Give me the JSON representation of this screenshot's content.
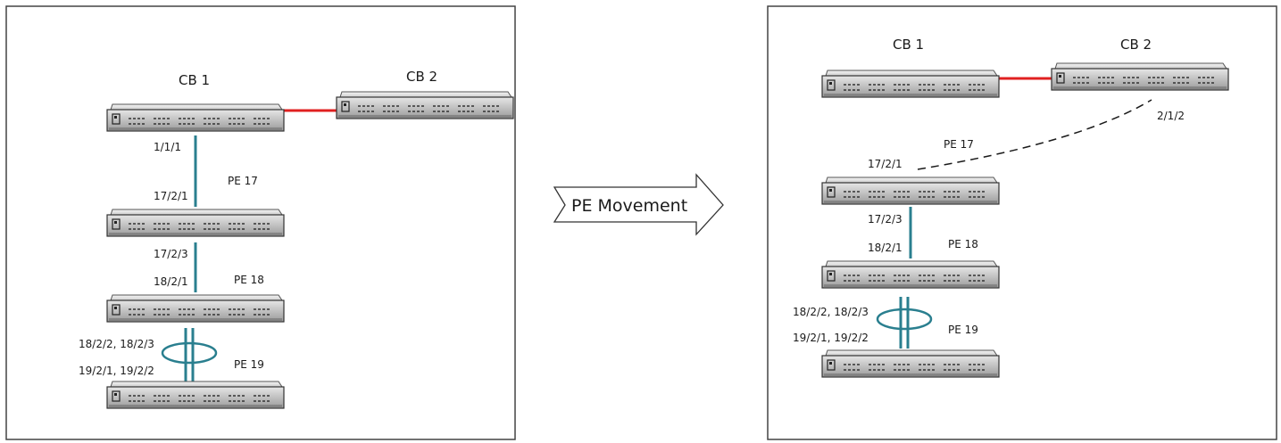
{
  "arrow": {
    "label": "PE Movement"
  },
  "before": {
    "cb1": "CB 1",
    "cb2": "CB 2",
    "pe17": "PE 17",
    "pe18": "PE 18",
    "pe19": "PE 19",
    "ports": {
      "cb1_down": "1/1/1",
      "pe17_up": "17/2/1",
      "pe17_down": "17/2/3",
      "pe18_up": "18/2/1",
      "pe18_down": "18/2/2, 18/2/3",
      "pe19_up": "19/2/1, 19/2/2"
    }
  },
  "after": {
    "cb1": "CB 1",
    "cb2": "CB 2",
    "pe17": "PE 17",
    "pe18": "PE 18",
    "pe19": "PE 19",
    "ports": {
      "cb2_down": "2/1/2",
      "pe17_up": "17/2/1",
      "pe17_down": "17/2/3",
      "pe18_up": "18/2/1",
      "pe18_down": "18/2/2, 18/2/3",
      "pe19_up": "19/2/1, 19/2/2"
    }
  },
  "colors": {
    "stack_link": "#e02020",
    "pe_link": "#2a7f8f",
    "dashed_link": "#1a1a1a",
    "panel_border": "#444444"
  }
}
